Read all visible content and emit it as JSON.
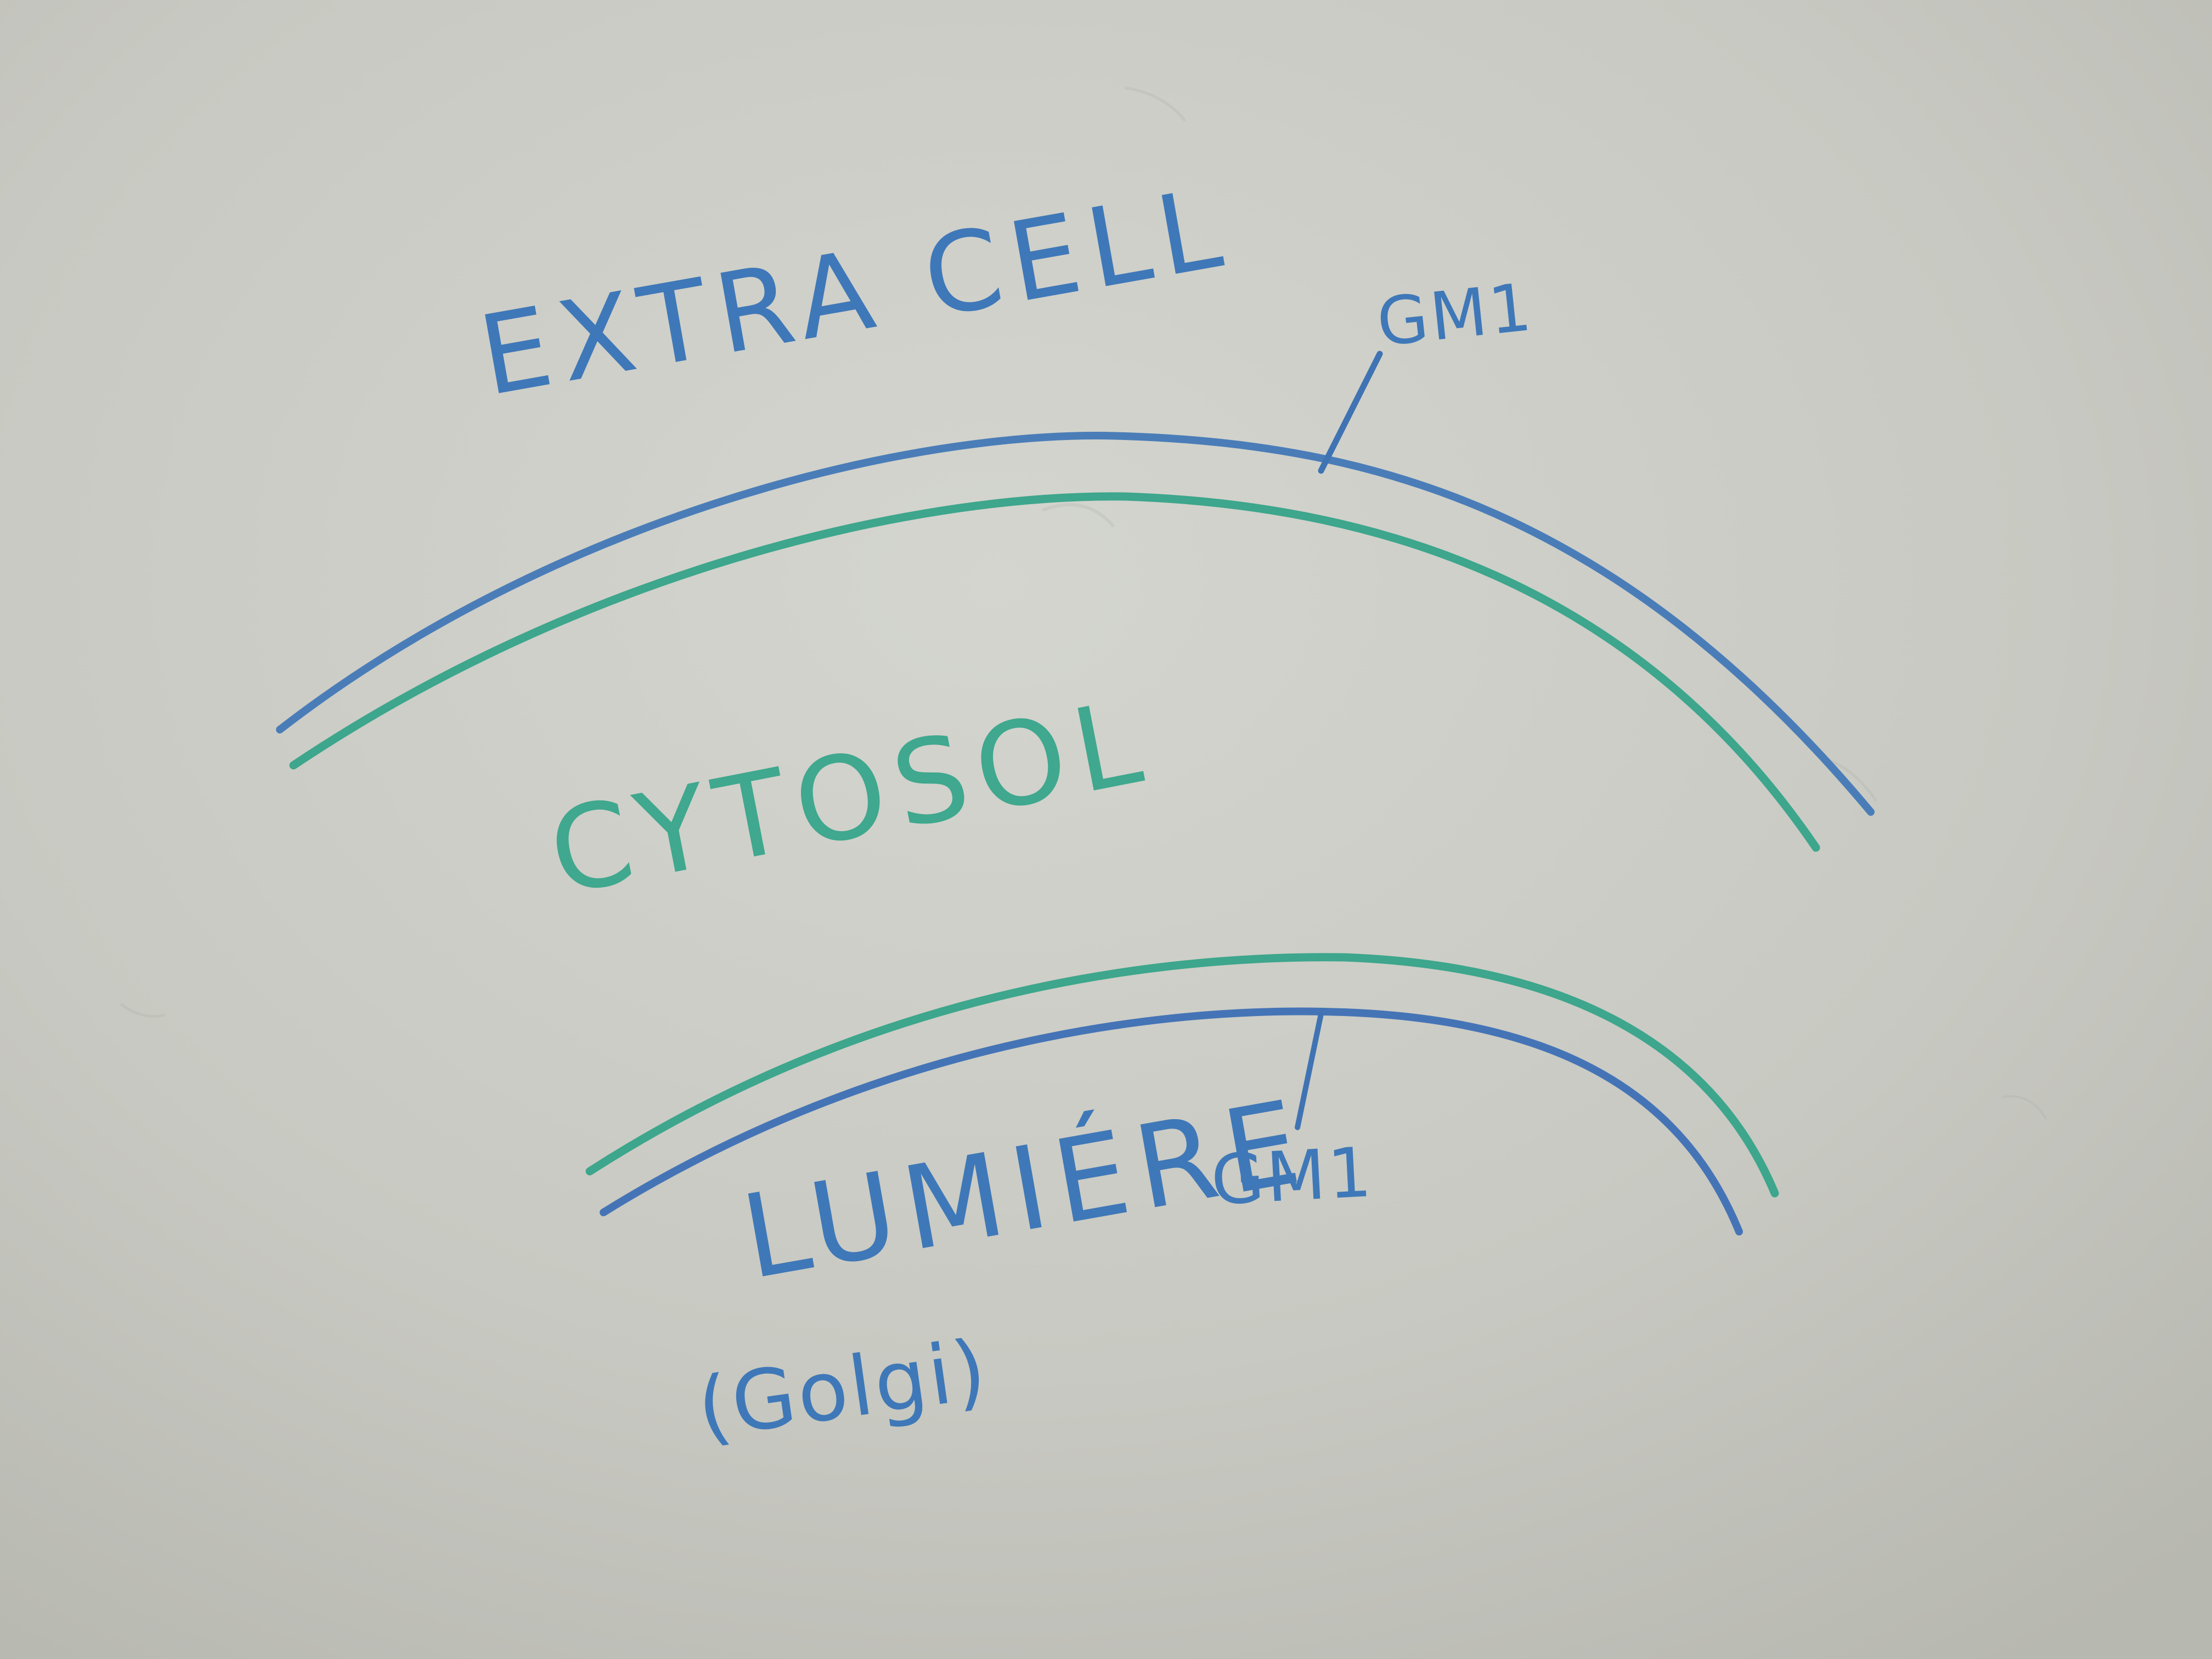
{
  "labels": {
    "extra_cell": "EXTRA CELL",
    "gm1_top": "GM1",
    "cytosol": "CYTOSOL",
    "lumiere": "LUMIÉRE",
    "gm1_bottom": "GM1",
    "golgi": "(Golgi)"
  },
  "colors": {
    "marker_blue": "#3f78b8",
    "marker_green": "#3fa88e",
    "board": "#c9cac3"
  }
}
